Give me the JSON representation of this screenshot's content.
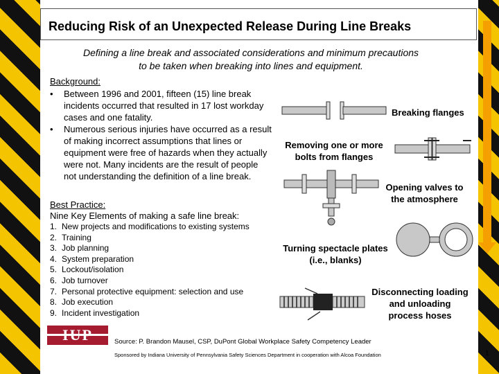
{
  "slide": {
    "title": "Reducing Risk of an Unexpected Release During Line Breaks",
    "subtitle_line1": "Defining a line break and associated considerations and minimum precautions",
    "subtitle_line2": "to be taken when breaking into lines and equipment.",
    "background_heading": "Background:",
    "background_bullets": [
      "Between 1996 and 2001, fifteen (15) line break incidents occurred that resulted in 17 lost workday cases and one fatality.",
      "Numerous serious injuries have occurred as a result of making incorrect assumptions that lines or equipment were free of hazards when they actually were not.  Many incidents are the result of people not understanding the definition of a line break."
    ],
    "best_practice_heading": "Best Practice:",
    "best_practice_sub": "Nine Key Elements of making a safe line break:",
    "key_elements": [
      {
        "num": "1.",
        "text": "New projects and modifications to existing systems"
      },
      {
        "num": "2.",
        "text": "Training"
      },
      {
        "num": "3.",
        "text": "Job planning"
      },
      {
        "num": "4.",
        "text": "System preparation"
      },
      {
        "num": "5.",
        "text": "Lockout/isolation"
      },
      {
        "num": "6.",
        "text": "Job turnover"
      },
      {
        "num": "7.",
        "text": "Personal protective equipment: selection and use"
      },
      {
        "num": "8.",
        "text": "Job execution"
      },
      {
        "num": "9.",
        "text": "Incident investigation"
      }
    ],
    "captions": {
      "breaking_flanges": "Breaking flanges",
      "removing_bolts_1": "Removing one or more",
      "removing_bolts_2": "bolts from flanges",
      "opening_valves_1": "Opening valves to",
      "opening_valves_2": "the atmosphere",
      "spectacle_1": "Turning spectacle plates",
      "spectacle_2": "(i.e., blanks)",
      "hoses_1": "Disconnecting loading",
      "hoses_2": "and unloading",
      "hoses_3": "process hoses"
    },
    "logo_text": "IUP",
    "source": "Source:  P. Brandon Mausel, CSP, DuPont Global Workplace Safety Competency Leader",
    "sponsor": "Sponsored by Indiana University of Pennsylvania Safety Sciences Department in cooperation with Alcoa Foundation",
    "page_number": "1"
  },
  "colors": {
    "stripe_yellow": "#f5c400",
    "stripe_black": "#111111",
    "arrow_orange": "#f5a000",
    "logo_red": "#a51c30"
  }
}
